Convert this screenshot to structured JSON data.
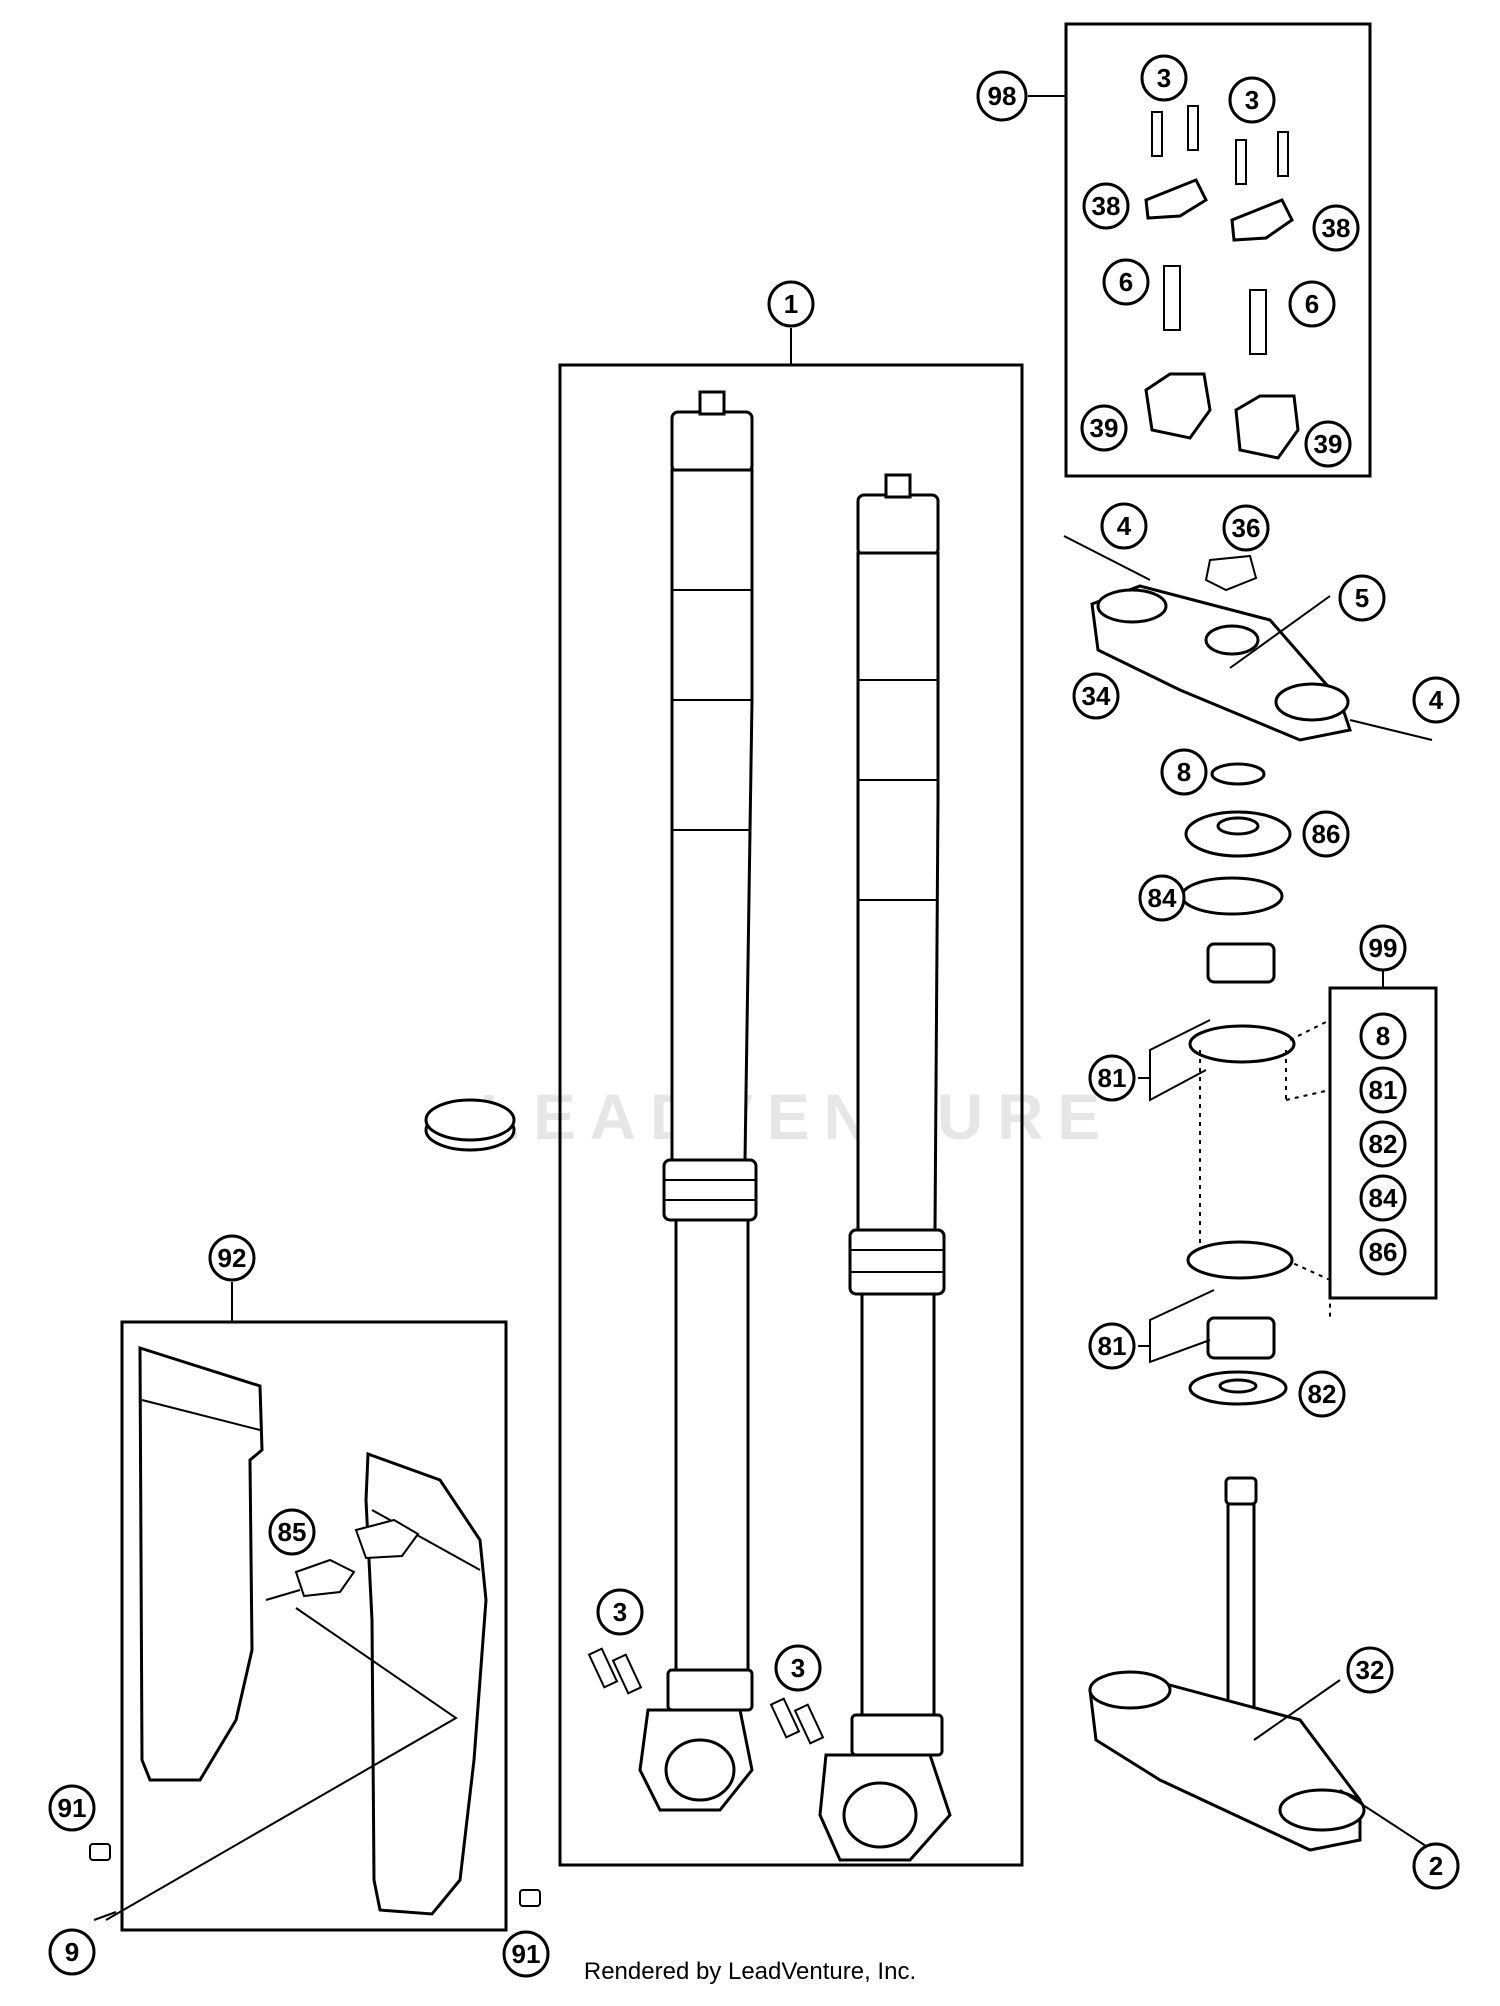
{
  "watermark_text": "LEADVENTURE",
  "footer_text": "Rendered by LeadVenture, Inc.",
  "callouts": [
    {
      "id": "c1",
      "label": "1"
    },
    {
      "id": "c3a",
      "label": "3"
    },
    {
      "id": "c3b",
      "label": "3"
    },
    {
      "id": "c3c",
      "label": "3"
    },
    {
      "id": "c3d",
      "label": "3"
    },
    {
      "id": "c98",
      "label": "98"
    },
    {
      "id": "c38a",
      "label": "38"
    },
    {
      "id": "c38b",
      "label": "38"
    },
    {
      "id": "c6a",
      "label": "6"
    },
    {
      "id": "c6b",
      "label": "6"
    },
    {
      "id": "c39a",
      "label": "39"
    },
    {
      "id": "c39b",
      "label": "39"
    },
    {
      "id": "c4a",
      "label": "4"
    },
    {
      "id": "c36",
      "label": "36"
    },
    {
      "id": "c5",
      "label": "5"
    },
    {
      "id": "c34",
      "label": "34"
    },
    {
      "id": "c4b",
      "label": "4"
    },
    {
      "id": "c8",
      "label": "8"
    },
    {
      "id": "c86",
      "label": "86"
    },
    {
      "id": "c84",
      "label": "84"
    },
    {
      "id": "c99",
      "label": "99"
    },
    {
      "id": "c81a",
      "label": "81"
    },
    {
      "id": "c81b",
      "label": "81"
    },
    {
      "id": "c82",
      "label": "82"
    },
    {
      "id": "c32",
      "label": "32"
    },
    {
      "id": "c2",
      "label": "2"
    },
    {
      "id": "c92",
      "label": "92"
    },
    {
      "id": "c85",
      "label": "85"
    },
    {
      "id": "c91a",
      "label": "91"
    },
    {
      "id": "c91b",
      "label": "91"
    },
    {
      "id": "c9",
      "label": "9"
    }
  ],
  "kit_99_items": [
    "8",
    "81",
    "82",
    "84",
    "86"
  ]
}
